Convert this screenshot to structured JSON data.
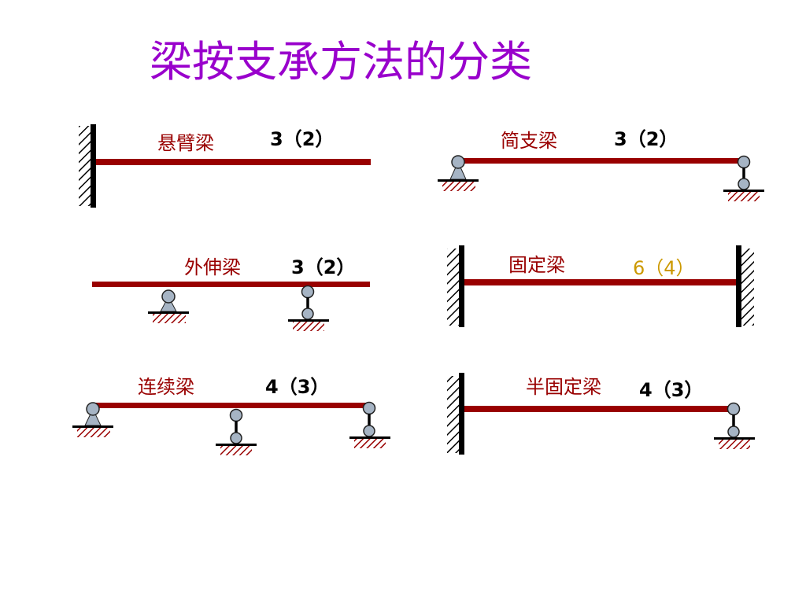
{
  "title": "梁按支承方法的分类",
  "colors": {
    "title": "#9900cc",
    "beam": "#990000",
    "label": "#990000",
    "count": "#000000",
    "count_highlight": "#cc9900",
    "support_fill": "#a6b4c4",
    "ground_hatch": "#990000",
    "wall": "#000000"
  },
  "beams": [
    {
      "name": "悬臂梁",
      "dof": "3（2）"
    },
    {
      "name": "简支梁",
      "dof": "3（2）"
    },
    {
      "name": "外伸梁",
      "dof": "3（2）"
    },
    {
      "name": "固定梁",
      "dof": "6（4）"
    },
    {
      "name": "连续梁",
      "dof": "4（3）"
    },
    {
      "name": "半固定梁",
      "dof": "4（3）"
    }
  ]
}
